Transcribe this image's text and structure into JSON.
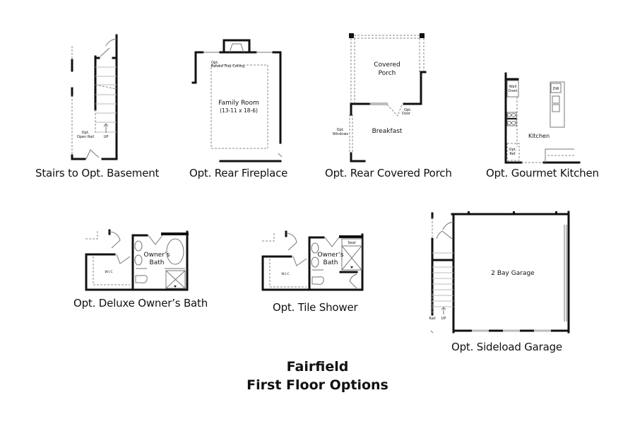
{
  "title": {
    "line1": "Fairfield",
    "line2": "First Floor Options"
  },
  "options": [
    {
      "caption": "Stairs to Opt. Basement",
      "labels": {
        "rail_1": "Opt.",
        "rail_2": "Open Rail",
        "up": "UP"
      }
    },
    {
      "caption": "Opt. Rear Fireplace",
      "labels": {
        "ceiling_1": "Opt.",
        "ceiling_2": "Raised Tray Ceiling",
        "room": "Family Room",
        "dims": "(13-11 x 18-6)"
      }
    },
    {
      "caption": "Opt. Rear Covered Porch",
      "labels": {
        "porch_1": "Covered",
        "porch_2": "Porch",
        "door_1": "Opt.",
        "door_2": "Door",
        "windows_1": "Opt.",
        "windows_2": "Windows",
        "room": "Breakfast"
      }
    },
    {
      "caption": "Opt. Gourmet Kitchen",
      "labels": {
        "oven_1": "Wall",
        "oven_2": "Oven",
        "dw": "DW",
        "room": "Kitchen",
        "ref_1": "Opt.",
        "ref_2": "Ref."
      }
    },
    {
      "caption": "Opt. Deluxe Owner’s Bath",
      "labels": {
        "wic": "W.I.C",
        "room_1": "Owner’s",
        "room_2": "Bath"
      }
    },
    {
      "caption": "Opt. Tile Shower",
      "labels": {
        "wic": "W.I.C",
        "room_1": "Owner’s",
        "room_2": "Bath",
        "seat": "Seat"
      }
    },
    {
      "caption": "Opt. Sideload Garage",
      "labels": {
        "room": "2 Bay Garage",
        "rail": "Rail",
        "up": "UP"
      }
    }
  ]
}
